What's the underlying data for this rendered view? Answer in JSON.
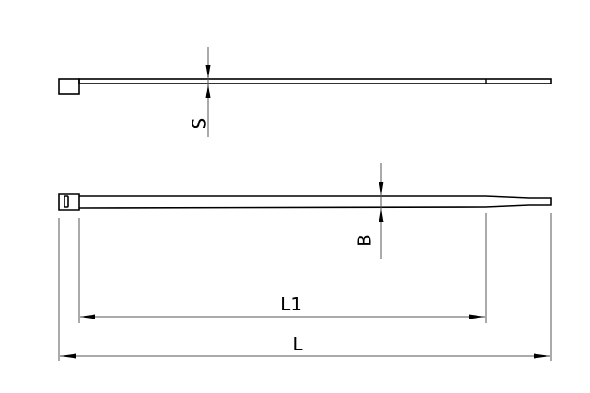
{
  "drawing": {
    "subject": "cable tie",
    "views": {
      "side_view": {
        "label": "side view (thickness)"
      },
      "top_view": {
        "label": "top view (width)"
      }
    },
    "dimensions": {
      "thickness": {
        "label": "S",
        "orientation": "vertical-rotated"
      },
      "width": {
        "label": "B",
        "orientation": "vertical-rotated"
      },
      "length_inner": {
        "label": "L1"
      },
      "length_total": {
        "label": "L"
      }
    },
    "colors": {
      "line": "#000000",
      "dimension_line": "#555555",
      "background": "#ffffff"
    }
  }
}
